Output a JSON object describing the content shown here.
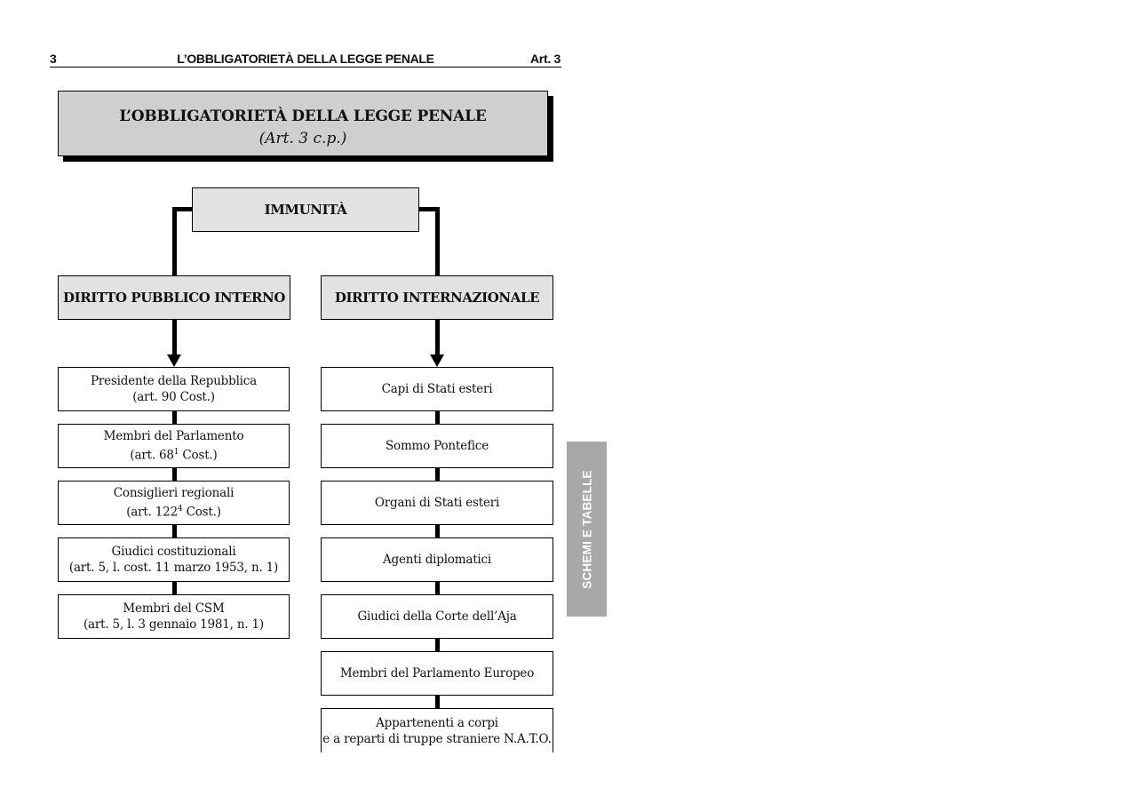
{
  "header": {
    "page_number": "3",
    "running_title": "L’OBBLIGATORIETÀ DELLA LEGGE PENALE",
    "article": "Art. 3"
  },
  "title_box": {
    "title": "L’OBBLIGATORIETÀ DELLA LEGGE PENALE",
    "subtitle": "(Art. 3 c.p.)"
  },
  "root": {
    "label": "IMMUNITÀ"
  },
  "left_branch": {
    "heading": "DIRITTO PUBBLICO INTERNO",
    "items": [
      {
        "line1": "Presidente della Repubblica",
        "line2": "(art. 90 Cost.)"
      },
      {
        "line1": "Membri del Parlamento",
        "line2_pre": "(art. 68",
        "sup": "1",
        "line2_post": " Cost.)"
      },
      {
        "line1": "Consiglieri regionali",
        "line2_pre": "(art. 122",
        "sup": "4",
        "line2_post": " Cost.)"
      },
      {
        "line1": "Giudici costituzionali",
        "line2": "(art. 5, l. cost. 11 marzo 1953, n. 1)"
      },
      {
        "line1": "Membri del CSM",
        "line2": "(art. 5, l. 3 gennaio 1981, n. 1)"
      }
    ]
  },
  "right_branch": {
    "heading": "DIRITTO INTERNAZIONALE",
    "items": [
      {
        "line1": "Capi di Stati esteri"
      },
      {
        "line1": "Sommo Pontefice"
      },
      {
        "line1": "Organi di Stati esteri"
      },
      {
        "line1": "Agenti diplomatici"
      },
      {
        "line1": "Giudici della Corte dell’Aja"
      },
      {
        "line1": "Membri del Parlamento Europeo"
      },
      {
        "line1": "Appartenenti a corpi",
        "line2": "e a reparti di truppe straniere N.A.T.O."
      }
    ]
  },
  "side_tab": {
    "label": "SCHEMI E TABELLE",
    "color": "#a8a8a8"
  }
}
